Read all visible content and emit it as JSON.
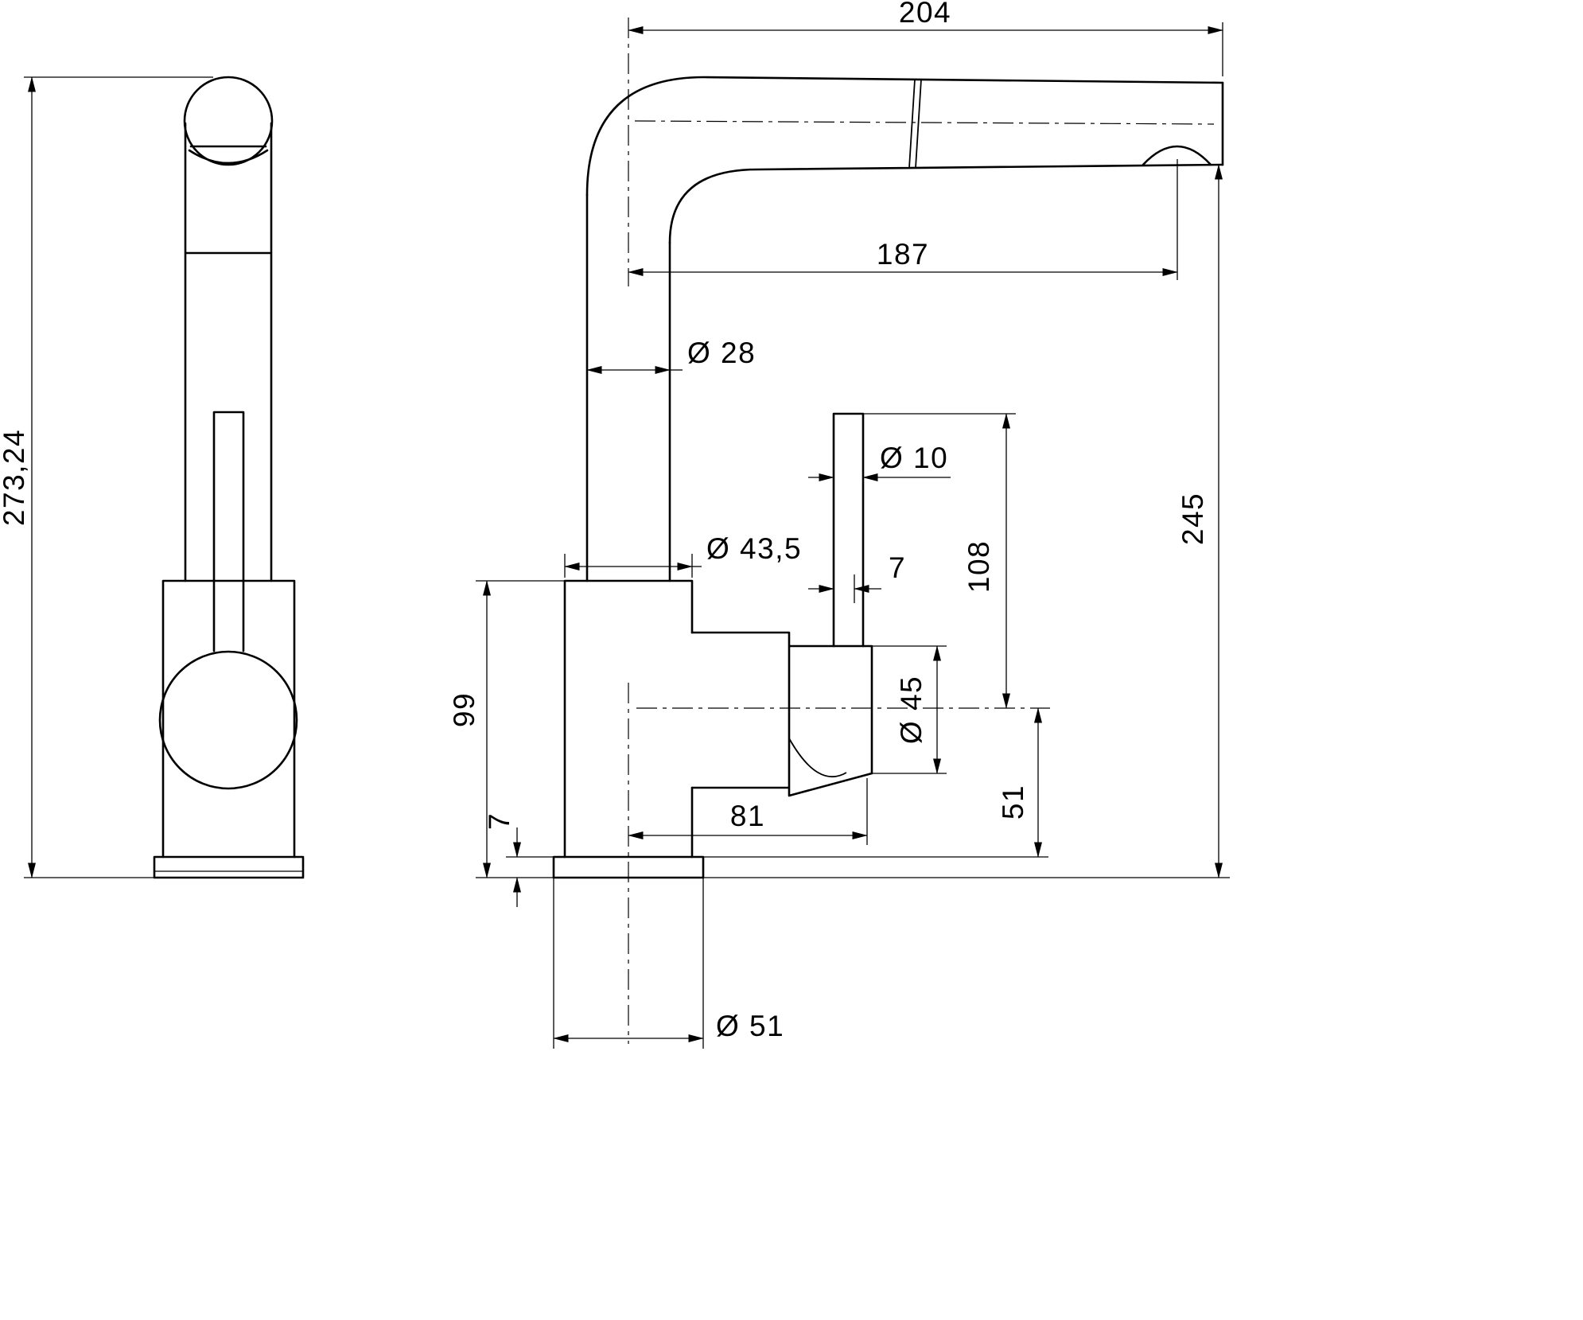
{
  "drawing": {
    "kind": "faucet-technical-drawing-two-views",
    "colors": {
      "line": "#000000",
      "background": "#ffffff"
    },
    "views": {
      "front": "front-view",
      "side": "side-view"
    },
    "dims": {
      "front_overall_height": "273,24",
      "spout_length_top": "204",
      "spout_reach": "187",
      "spout_tube_dia": "Ø 28",
      "lever_rod_dia": "Ø 10",
      "body_dia": "Ø 43,5",
      "lever_offset": "7",
      "lever_height": "108",
      "outlet_height": "245",
      "body_height": "99",
      "base_plate_height": "7",
      "cartridge_offset": "81",
      "cartridge_dia": "Ø 45",
      "cartridge_center_to_base": "51",
      "base_dia": "Ø 51"
    }
  }
}
